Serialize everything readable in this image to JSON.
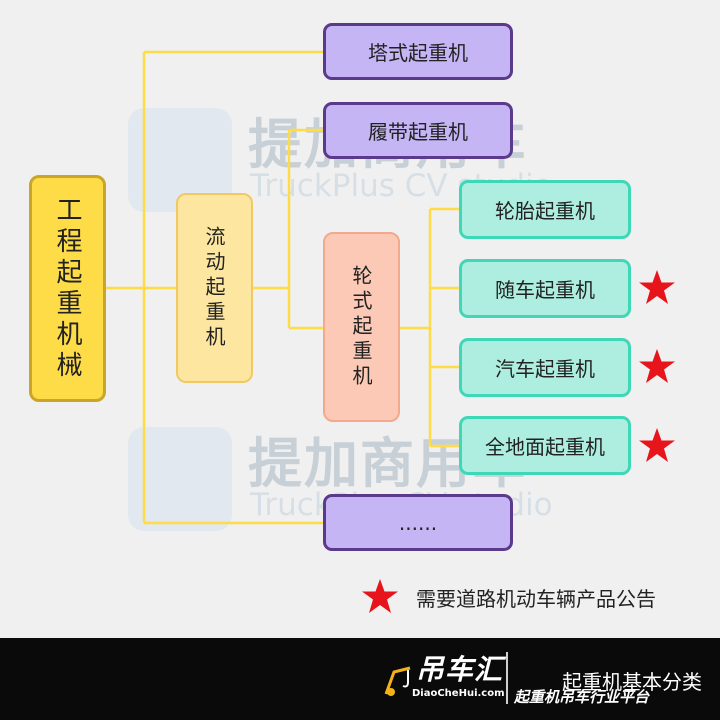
{
  "watermark": {
    "brand_cn": "提加商用车",
    "brand_en": "TruckPlus CV studio"
  },
  "nodes": {
    "root": "工程起重机械",
    "tower_crane": "塔式起重机",
    "crawler_crane": "履带起重机",
    "mobile_crane": "流动起重机",
    "wheeled_crane": "轮式起重机",
    "tire_crane": "轮胎起重机",
    "truck_mounted_crane": "随车起重机",
    "truck_crane": "汽车起重机",
    "all_terrain_crane": "全地面起重机",
    "more": "......"
  },
  "legend": {
    "text": "需要道路机动车辆产品公告",
    "star_color": "#e8141c"
  },
  "footer": {
    "brand_cn": "吊车汇",
    "brand_url": "DiaoCheHui.com",
    "title": "起重机基本分类",
    "slogan": "起重机吊车行业平台"
  },
  "colors": {
    "connector": "#fddc48",
    "purple_fill": "#c6b5f5",
    "teal_fill": "#aeeee0",
    "root_fill": "#fddc48"
  }
}
